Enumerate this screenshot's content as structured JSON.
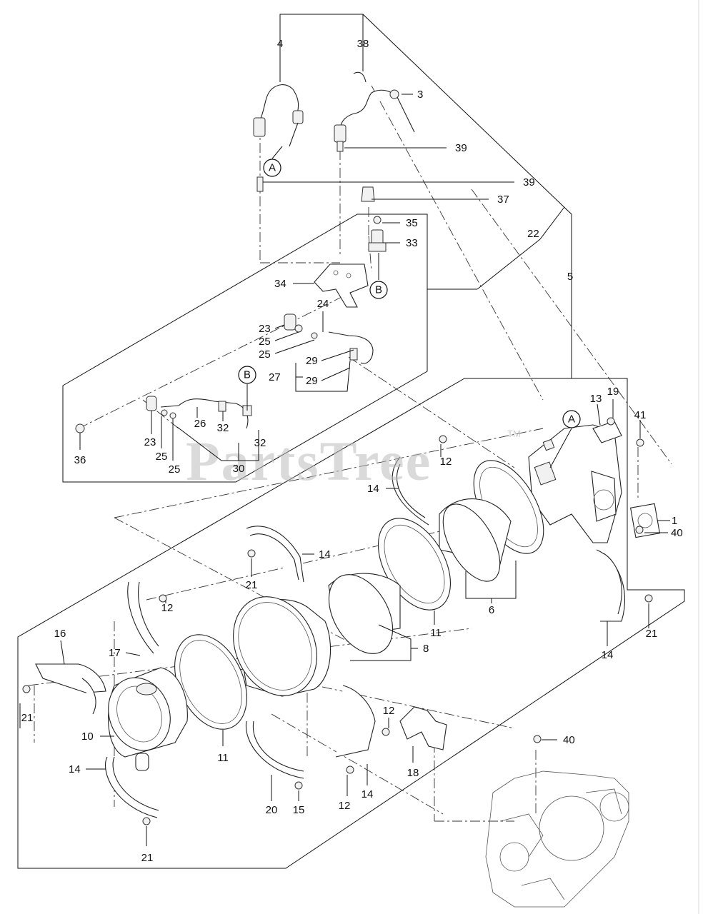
{
  "watermark": {
    "text": "PartsTree",
    "trademark": "TM"
  },
  "callouts": [
    "A",
    "B",
    "B",
    "A"
  ],
  "labels": [
    "4",
    "38",
    "3",
    "39",
    "39",
    "37",
    "35",
    "33",
    "22",
    "5",
    "34",
    "24",
    "23",
    "25",
    "25",
    "29",
    "27",
    "29",
    "36",
    "23",
    "26",
    "32",
    "25",
    "25",
    "30",
    "32",
    "13",
    "19",
    "41",
    "12",
    "14",
    "1",
    "40",
    "14",
    "21",
    "6",
    "12",
    "11",
    "8",
    "16",
    "17",
    "21",
    "10",
    "11",
    "14",
    "12",
    "40",
    "18",
    "14",
    "21",
    "20",
    "15",
    "12",
    "14",
    "21"
  ]
}
